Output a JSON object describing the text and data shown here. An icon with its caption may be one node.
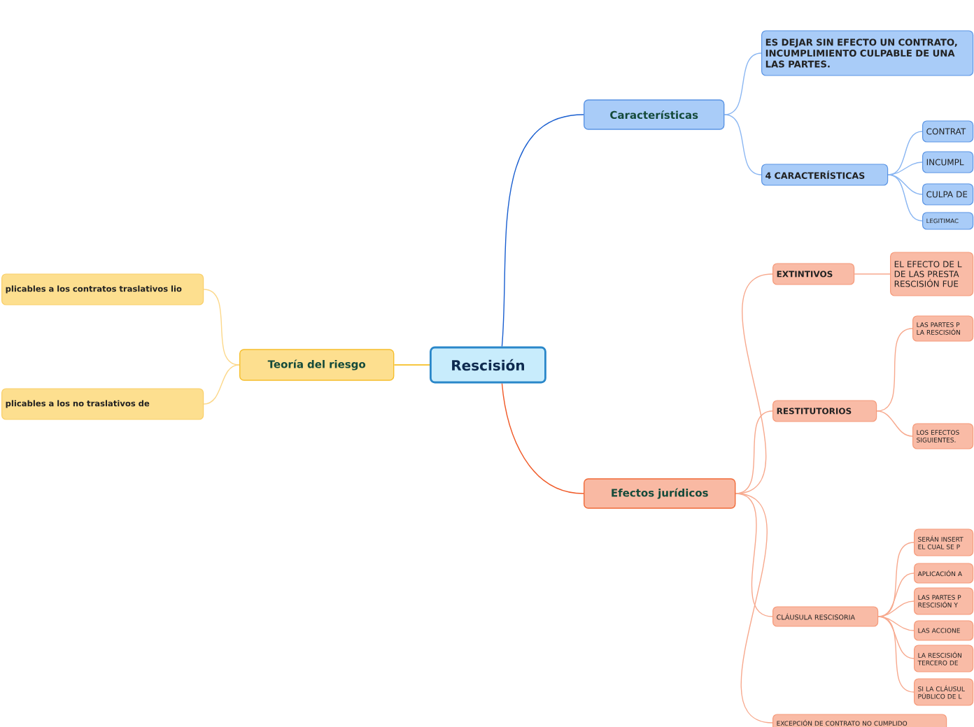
{
  "diagram": {
    "nodes": [
      {
        "text": [
          "Rescisión"
        ]
      },
      {
        "text": [
          "Características"
        ]
      },
      {
        "text": [
          "ES DEJAR SIN EFECTO UN CONTRATO, INCUMPLIMIENTO CULPABLE DE UNA LAS PARTES."
        ]
      },
      {
        "text": [
          "4 CARACTERÍSTICAS"
        ]
      },
      {
        "text": [
          "CONTRAT"
        ]
      },
      {
        "text": [
          "INCUMPL"
        ]
      },
      {
        "text": [
          "CULPA DE"
        ]
      },
      {
        "text": [
          "LEGITIMAC"
        ]
      },
      {
        "text": [
          "Efectos jurídicos"
        ]
      },
      {
        "text": [
          "EXTINTIVOS"
        ]
      },
      {
        "text": [
          "EL EFECTO DE L DE LAS PRESTA RESCISIÓN FUE"
        ]
      },
      {
        "text": [
          "RESTITUTORIOS"
        ]
      },
      {
        "text": [
          "LAS PARTES P LA RESCISIÓN"
        ]
      },
      {
        "text": [
          "LOS EFECTOS SIGUIENTES."
        ]
      },
      {
        "text": [
          "CLÁUSULA RESCISORIA"
        ]
      },
      {
        "text": [
          "SERÁN INSERT EL CUAL SE P"
        ]
      },
      {
        "text": [
          "APLICACIÓN A"
        ]
      },
      {
        "text": [
          "LAS PARTES P RESCISIÓN Y"
        ]
      },
      {
        "text": [
          "LAS ACCIONE"
        ]
      },
      {
        "text": [
          "LA RESCISIÓN TERCERO DE"
        ]
      },
      {
        "text": [
          "SI LA CLÁUSUL PÚBLICO DE L"
        ]
      },
      {
        "text": [
          "EXCEPCIÓN DE CONTRATO NO CUMPLIDO"
        ]
      },
      {
        "text": [
          "Teoría del riesgo"
        ]
      },
      {
        "text": [
          "plicables a los contratos traslativos lio"
        ]
      },
      {
        "text": [
          "plicables a los no traslativos de"
        ]
      }
    ],
    "edges": [
      {
        "from": 0,
        "to": 1,
        "arrow": "none",
        "color": "#1a5fd0"
      },
      {
        "from": 1,
        "to": 2,
        "arrow": "none",
        "color": "#8ab6f2"
      },
      {
        "from": 1,
        "to": 3,
        "arrow": "none",
        "color": "#8ab6f2"
      },
      {
        "from": 3,
        "to": 4,
        "arrow": "none",
        "color": "#8ab6f2"
      },
      {
        "from": 3,
        "to": 5,
        "arrow": "none",
        "color": "#8ab6f2"
      },
      {
        "from": 3,
        "to": 6,
        "arrow": "none",
        "color": "#8ab6f2"
      },
      {
        "from": 3,
        "to": 7,
        "arrow": "none",
        "color": "#8ab6f2"
      },
      {
        "from": 0,
        "to": 8,
        "arrow": "none",
        "color": "#f05a28"
      },
      {
        "from": 8,
        "to": 9,
        "arrow": "none",
        "color": "#f7a98e"
      },
      {
        "from": 9,
        "to": 10,
        "arrow": "none",
        "color": "#f7a98e"
      },
      {
        "from": 8,
        "to": 11,
        "arrow": "none",
        "color": "#f7a98e"
      },
      {
        "from": 11,
        "to": 12,
        "arrow": "none",
        "color": "#f7a98e"
      },
      {
        "from": 11,
        "to": 13,
        "arrow": "none",
        "color": "#f7a98e"
      },
      {
        "from": 8,
        "to": 14,
        "arrow": "none",
        "color": "#f7a98e"
      },
      {
        "from": 14,
        "to": 15,
        "arrow": "none",
        "color": "#f7a98e"
      },
      {
        "from": 14,
        "to": 16,
        "arrow": "none",
        "color": "#f7a98e"
      },
      {
        "from": 14,
        "to": 17,
        "arrow": "none",
        "color": "#f7a98e"
      },
      {
        "from": 14,
        "to": 18,
        "arrow": "none",
        "color": "#f7a98e"
      },
      {
        "from": 14,
        "to": 19,
        "arrow": "none",
        "color": "#f7a98e"
      },
      {
        "from": 14,
        "to": 20,
        "arrow": "none",
        "color": "#f7a98e"
      },
      {
        "from": 8,
        "to": 21,
        "arrow": "none",
        "color": "#f7a98e"
      },
      {
        "from": 0,
        "to": 22,
        "arrow": "none",
        "color": "#f5b400"
      },
      {
        "from": 22,
        "to": 23,
        "arrow": "none",
        "color": "#fcd88a"
      },
      {
        "from": 22,
        "to": 24,
        "arrow": "none",
        "color": "#fcd88a"
      }
    ]
  }
}
